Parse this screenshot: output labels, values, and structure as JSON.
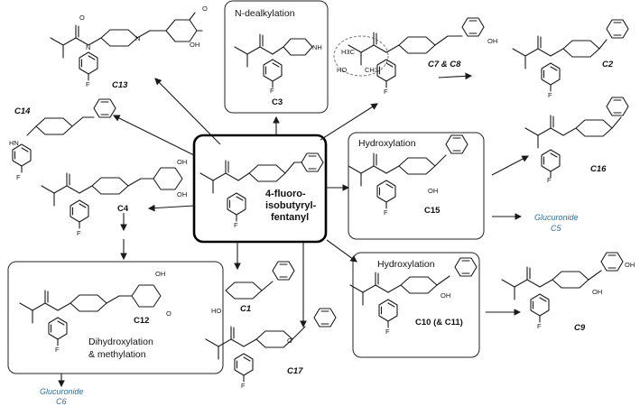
{
  "center": {
    "name_line1": "4-fluoro-",
    "name_line2": "isobutyryl-",
    "name_line3": "fentanyl"
  },
  "labels": {
    "c13": "C13",
    "c3": "C3",
    "c7c8": "C7 & C8",
    "c2": "C2",
    "c14": "C14",
    "c16": "C16",
    "c4": "C4",
    "c15": "C15",
    "c12": "C12",
    "c1": "C1",
    "c17": "C17",
    "c10": "C10 (& C11)",
    "c9": "C9",
    "c5": "C5",
    "c6": "C6"
  },
  "reactions": {
    "n_dealkylation": "N-dealkylation",
    "hydroxylation_c15": "Hydroxylation",
    "hydroxylation_c10": "Hydroxylation",
    "dihydroxylation": "Dihydroxylation",
    "methylation": "& methylation"
  },
  "glucuronide": {
    "c5_label": "Glucuronide",
    "c6_label": "Glucuronide"
  },
  "atoms": {
    "O": "O",
    "N": "N",
    "F": "F",
    "OH": "OH",
    "HO": "HO",
    "HN": "HN",
    "NH": "NH",
    "H3C": "H3C",
    "CH3": "CH3"
  }
}
